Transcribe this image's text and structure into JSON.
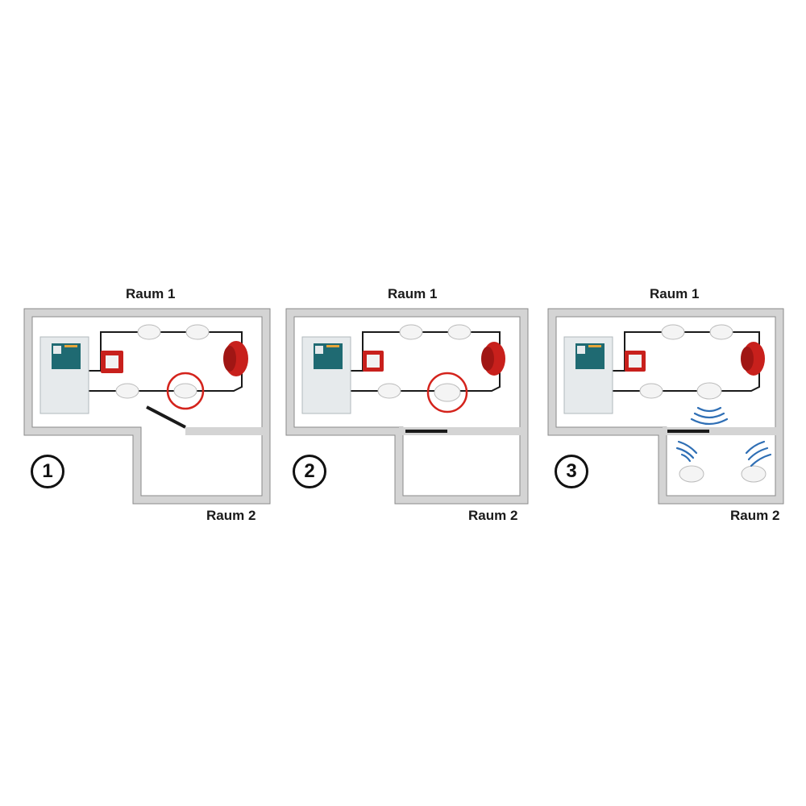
{
  "panels": [
    {
      "step": "1",
      "room1": "Raum 1",
      "room2": "Raum 2",
      "door": "open",
      "highlight": "detector",
      "wireless": false
    },
    {
      "step": "2",
      "room1": "Raum 1",
      "room2": "Raum 2",
      "door": "closed",
      "highlight": "detector",
      "wireless": false
    },
    {
      "step": "3",
      "room1": "Raum 1",
      "room2": "Raum 2",
      "door": "closed",
      "highlight": "none",
      "wireless": true
    }
  ],
  "colors": {
    "wall_fill": "#d4d4d4",
    "wall_edge": "#8a8a8a",
    "wire": "#1a1a1a",
    "alarm_red": "#c8201c",
    "highlight_ring": "#d4231c",
    "radio_wave": "#2f6fb5",
    "panel_body": "#e6eaec",
    "panel_display": "#1f6a72"
  },
  "icons": [
    "fire-control-panel-icon",
    "manual-call-point-icon",
    "smoke-detector-icon",
    "alarm-sounder-icon",
    "radio-wave-icon"
  ]
}
